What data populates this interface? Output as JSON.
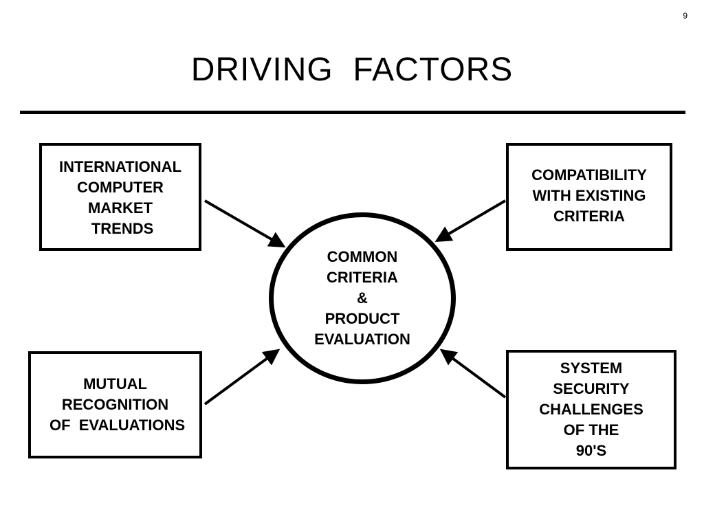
{
  "page_number": "9",
  "title": "DRIVING  FACTORS",
  "center": {
    "lines": [
      "COMMON",
      "CRITERIA",
      "&",
      "PRODUCT",
      "EVALUATION"
    ]
  },
  "boxes": {
    "top_left": {
      "lines": [
        "INTERNATIONAL",
        "COMPUTER",
        "MARKET",
        " TRENDS"
      ]
    },
    "top_right": {
      "lines": [
        "COMPATIBILITY",
        "WITH EXISTING",
        "CRITERIA"
      ]
    },
    "bottom_left": {
      "lines": [
        "MUTUAL",
        "RECOGNITION",
        " OF  EVALUATIONS"
      ]
    },
    "bottom_right": {
      "lines": [
        "SYSTEM",
        "SECURITY",
        "CHALLENGES",
        "OF THE",
        "90'S"
      ]
    }
  },
  "colors": {
    "ink": "#000000",
    "background": "#ffffff"
  }
}
